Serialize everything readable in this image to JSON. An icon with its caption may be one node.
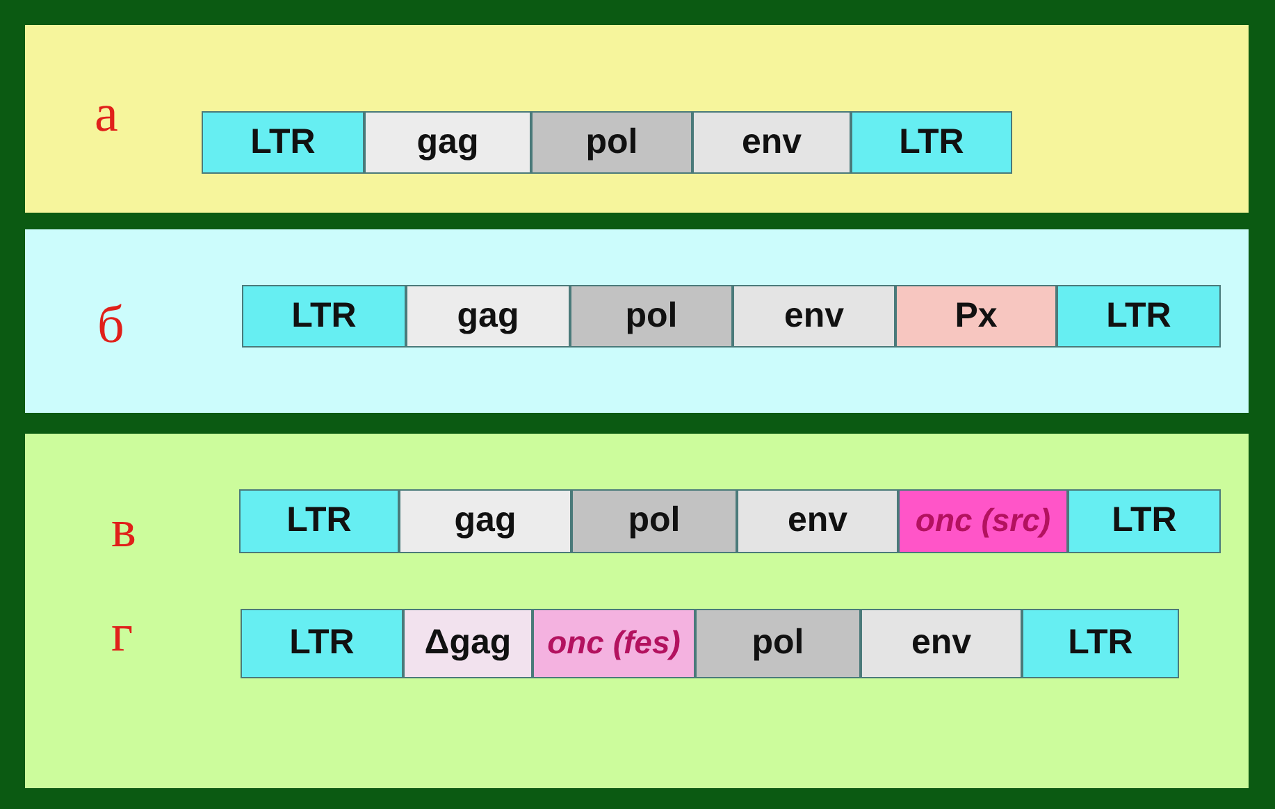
{
  "diagram": {
    "nodes": [
      {
        "text": [
          "а"
        ]
      },
      {
        "text": [
          "LTR"
        ],
        "in": 0
      },
      {
        "text": [
          "gag"
        ],
        "in": 0
      },
      {
        "text": [
          "pol"
        ],
        "in": 0
      },
      {
        "text": [
          "env"
        ],
        "in": 0
      },
      {
        "text": [
          "LTR"
        ],
        "in": 0
      },
      {
        "text": [
          "б"
        ]
      },
      {
        "text": [
          "LTR"
        ],
        "in": 6
      },
      {
        "text": [
          "gag"
        ],
        "in": 6
      },
      {
        "text": [
          "pol"
        ],
        "in": 6
      },
      {
        "text": [
          "env"
        ],
        "in": 6
      },
      {
        "text": [
          "Px"
        ],
        "in": 6
      },
      {
        "text": [
          "LTR"
        ],
        "in": 6
      },
      {
        "text": [
          "в",
          "г"
        ]
      },
      {
        "text": [
          "LTR"
        ],
        "in": 13
      },
      {
        "text": [
          "gag"
        ],
        "in": 13
      },
      {
        "text": [
          "pol"
        ],
        "in": 13
      },
      {
        "text": [
          "env"
        ],
        "in": 13
      },
      {
        "text": [
          "onc (src)"
        ],
        "in": 13
      },
      {
        "text": [
          "LTR"
        ],
        "in": 13
      },
      {
        "text": [
          "LTR"
        ],
        "in": 13
      },
      {
        "text": [
          "Δgag"
        ],
        "in": 13
      },
      {
        "text": [
          "onc (fes)"
        ],
        "in": 13
      },
      {
        "text": [
          "pol"
        ],
        "in": 13
      },
      {
        "text": [
          "env"
        ],
        "in": 13
      },
      {
        "text": [
          "LTR"
        ],
        "in": 13
      }
    ],
    "edges": []
  }
}
